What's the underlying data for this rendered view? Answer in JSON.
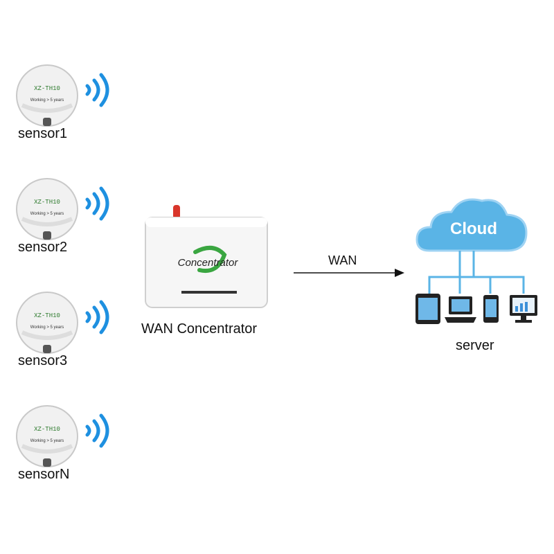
{
  "sensors": [
    {
      "label": "sensor1",
      "model": "XZ-TH10",
      "note": "Working  > 5 years"
    },
    {
      "label": "sensor2",
      "model": "XZ-TH10",
      "note": "Working  > 5 years"
    },
    {
      "label": "sensor3",
      "model": "XZ-TH10",
      "note": "Working  > 5 years"
    },
    {
      "label": "sensorN",
      "model": "XZ-TH10",
      "note": "Working  > 5 years"
    }
  ],
  "concentrator": {
    "device_text": "Concentrator",
    "label": "WAN Concentrator"
  },
  "link": {
    "label": "WAN"
  },
  "cloud": {
    "label": "Cloud"
  },
  "server": {
    "label": "server"
  },
  "colors": {
    "wifi_blue": "#1e90e0",
    "cloud_blue": "#5ab4e6",
    "antenna_red": "#d9362b",
    "logo_green": "#3aa641"
  },
  "icons": [
    "wifi-signal-icon",
    "cloud-icon",
    "tablet-icon",
    "laptop-icon",
    "phone-icon",
    "desktop-monitor-icon"
  ]
}
